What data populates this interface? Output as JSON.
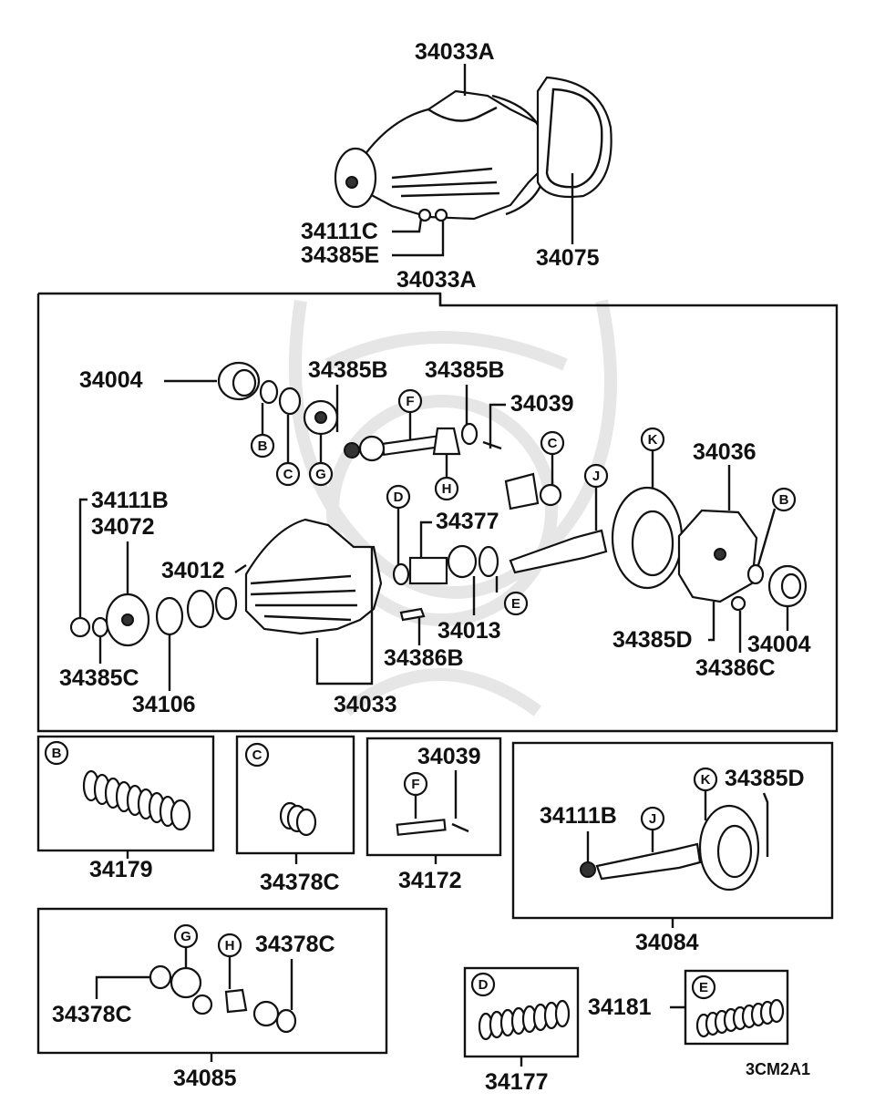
{
  "diagram_code": "3CM2A1",
  "labels": {
    "top_assembly": "34033A",
    "top_nut": "34111C",
    "top_washer": "34385E",
    "top_gasket": "34075",
    "main_box": "34033A",
    "bearing_left_top": "34004",
    "washer_b1": "34385B",
    "washer_b2": "34385B",
    "pin": "34039",
    "case": "34036",
    "nut_b": "34111B",
    "flange": "34072",
    "seal": "34012",
    "spacer": "34377",
    "bearing_right": "34004",
    "bearing_inner": "34013",
    "bolt_b": "34386B",
    "washer_c": "34385C",
    "bearing_outer": "34106",
    "carrier": "34033",
    "lock_d": "34385D",
    "bolt_c": "34386C"
  },
  "circles": {
    "b": "B",
    "c": "C",
    "d": "D",
    "e": "E",
    "f": "F",
    "g": "G",
    "h": "H",
    "j": "J",
    "k": "K"
  },
  "kits": {
    "b": {
      "letter": "B",
      "part": "34179"
    },
    "c": {
      "letter": "C",
      "part": "34378C"
    },
    "pin_set": {
      "letter_f": "F",
      "pin": "34039",
      "part": "34172"
    },
    "gear_set": {
      "letter_k": "K",
      "letter_j": "J",
      "nut": "34111B",
      "lock": "34385D",
      "part": "34084"
    },
    "pinion_set": {
      "letter_g": "G",
      "letter_h": "H",
      "washer_a": "34378C",
      "washer_b": "34378C",
      "part": "34085"
    },
    "d": {
      "letter": "D",
      "part": "34177"
    },
    "e": {
      "letter": "E",
      "part": "34181"
    }
  }
}
